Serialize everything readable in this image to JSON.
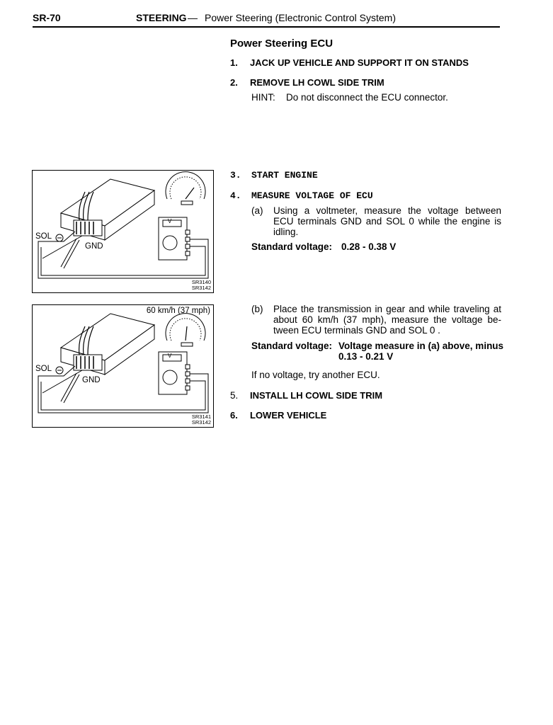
{
  "header": {
    "page_id": "SR-70",
    "section": "STEERING",
    "dash": "—",
    "topic": "Power Steering (Electronic Control System)"
  },
  "title": "Power Steering ECU",
  "steps": [
    {
      "num": "1.",
      "text": "JACK UP VEHICLE AND SUPPORT IT ON STANDS"
    },
    {
      "num": "2.",
      "text": "REMOVE LH COWL SIDE TRIM",
      "hint_label": "HINT:",
      "hint_text": "Do not disconnect the ECU connector."
    },
    {
      "num": "3.",
      "text": "START ENGINE"
    },
    {
      "num": "4.",
      "text": "MEASURE VOLTAGE OF ECU"
    },
    {
      "num": "5.",
      "text": "INSTALL LH COWL SIDE TRIM"
    },
    {
      "num": "6.",
      "text": "LOWER VEHICLE"
    }
  ],
  "sub_a": {
    "label": "(a)",
    "lines": [
      "Using a voltmeter, measure the voltage between",
      "ECU terminals GND and SOL 0 while the engine is",
      "idling."
    ],
    "std_label": "Standard voltage:",
    "std_value": "0.28 - 0.38 V"
  },
  "sub_b": {
    "label": "(b)",
    "lines": [
      "Place the transmission in gear and while traveling at",
      "about 60 km/h (37 mph), measure the voltage be-",
      "tween ECU terminals GND and SOL 0 ."
    ],
    "std_label": "Standard voltage:",
    "std_value_1": "Voltage measure in (a) above, minus",
    "std_value_2": "0.13 - 0.21 V",
    "if_text": "If no voltage, try another ECU."
  },
  "figure1": {
    "sol_label": "SOL",
    "gnd_label": "GND",
    "meter_label": "V",
    "code_1": "SR3140",
    "code_2": "SR3142"
  },
  "figure2": {
    "speed_label": "60 km/h (37 mph)",
    "sol_label": "SOL",
    "gnd_label": "GND",
    "meter_label": "V",
    "code_1": "SR3141",
    "code_2": "SR3142"
  }
}
